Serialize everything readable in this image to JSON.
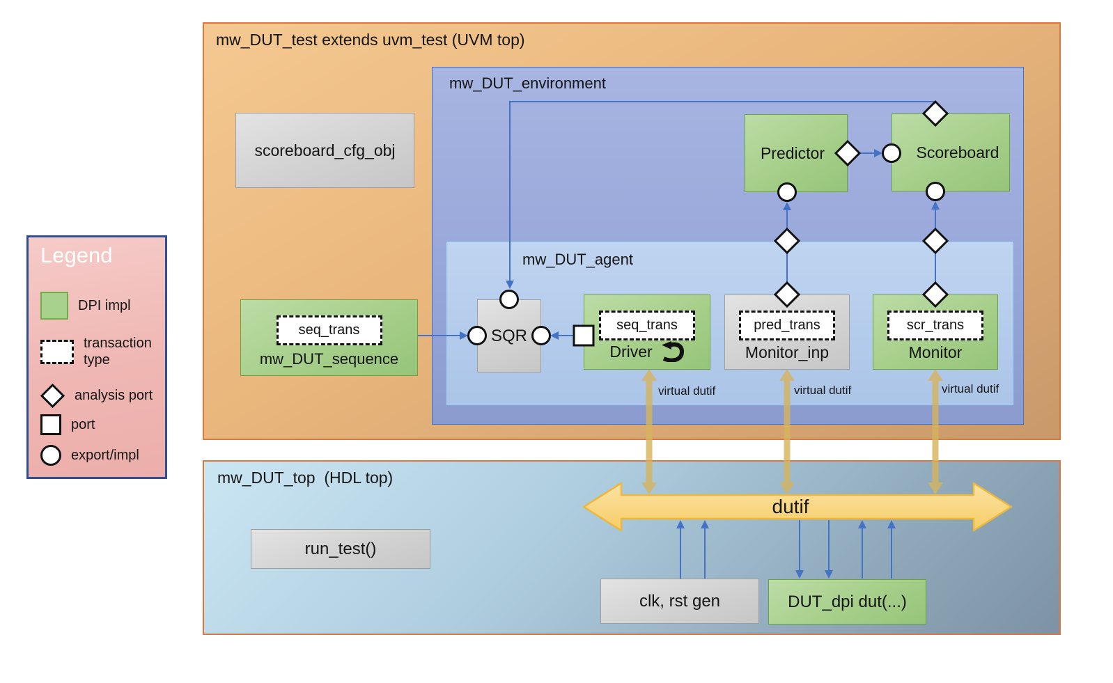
{
  "legend": {
    "title": "Legend",
    "items": [
      {
        "symbol": "dpi-impl",
        "label": "DPI impl"
      },
      {
        "symbol": "transaction-type",
        "label": "transaction type"
      },
      {
        "symbol": "analysis-port",
        "label": "analysis port"
      },
      {
        "symbol": "port",
        "label": "port"
      },
      {
        "symbol": "export-impl",
        "label": "export/impl"
      }
    ]
  },
  "uvm_top": {
    "title": "mw_DUT_test extends uvm_test (UVM top)",
    "scoreboard_cfg": "scoreboard_cfg_obj",
    "sequence": {
      "transaction": "seq_trans",
      "name": "mw_DUT_sequence"
    },
    "environment": {
      "title": "mw_DUT_environment",
      "predictor": "Predictor",
      "scoreboard": "Scoreboard",
      "agent": {
        "title": "mw_DUT_agent",
        "sequencer": "SQR",
        "driver": {
          "transaction": "seq_trans",
          "name": "Driver"
        },
        "monitor_inp": {
          "transaction": "pred_trans",
          "name": "Monitor_inp"
        },
        "monitor": {
          "transaction": "scr_trans",
          "name": "Monitor"
        },
        "virtual_dutif": [
          "virtual dutif",
          "virtual dutif",
          "virtual dutif"
        ]
      }
    }
  },
  "hdl_top": {
    "title": "mw_DUT_top  (HDL top)",
    "run_test": "run_test()",
    "dutif": "dutif",
    "clk_rst_gen": "clk, rst gen",
    "dut_dpi": "DUT_dpi dut(...)"
  },
  "colors": {
    "container_orange": "#e9b67c",
    "orange_border": "#e0763a",
    "environment_blue": "#97a7d9",
    "agent_blue": "#b5cbe9",
    "blue_border": "#4472c4",
    "dpi_green": "#a9d18e",
    "green_border": "#70ad47",
    "gray_box": "#d6d6d6",
    "legend_pink": "#f2bcb9",
    "legend_border": "#2e4f91",
    "connector_blue": "#4472c4",
    "dutif_gold": "#f8d87e",
    "dutif_border": "#ecb73a",
    "virtual_dutif_gold": "#d6b45c"
  }
}
